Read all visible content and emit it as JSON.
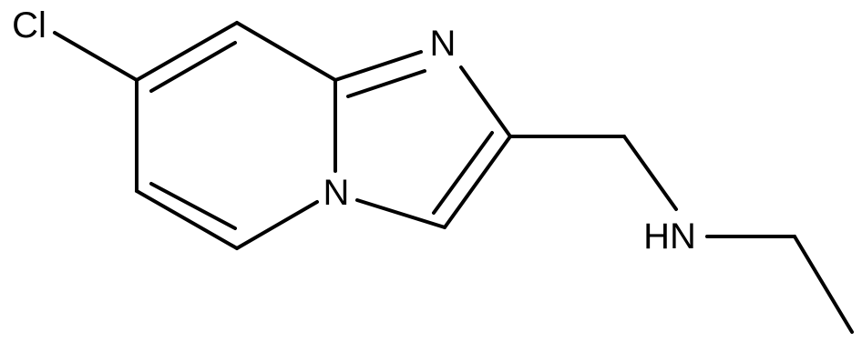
{
  "atoms": {
    "cl": "Cl",
    "n_imine": "N",
    "n_bridge": "N",
    "nh": "HN"
  },
  "colors": {
    "line": "#000000",
    "background": "#ffffff"
  }
}
